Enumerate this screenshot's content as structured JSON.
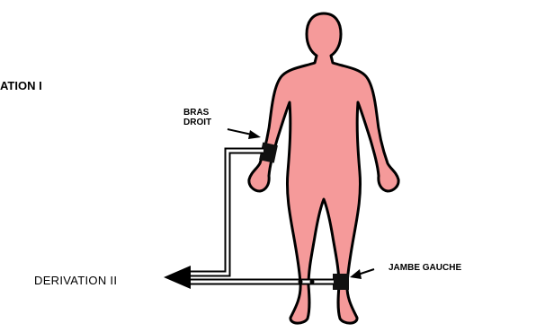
{
  "diagram": {
    "title_partial": "ATION I",
    "arm_label_line1": "BRAS",
    "arm_label_line2": "DROIT",
    "leg_label": "JAMBE GAUCHE",
    "derivation_label": "DERIVATION II",
    "colors": {
      "body_fill": "#f59a9a",
      "outline": "#000000",
      "electrode": "#111111",
      "wire_inner": "#ffffff"
    }
  }
}
